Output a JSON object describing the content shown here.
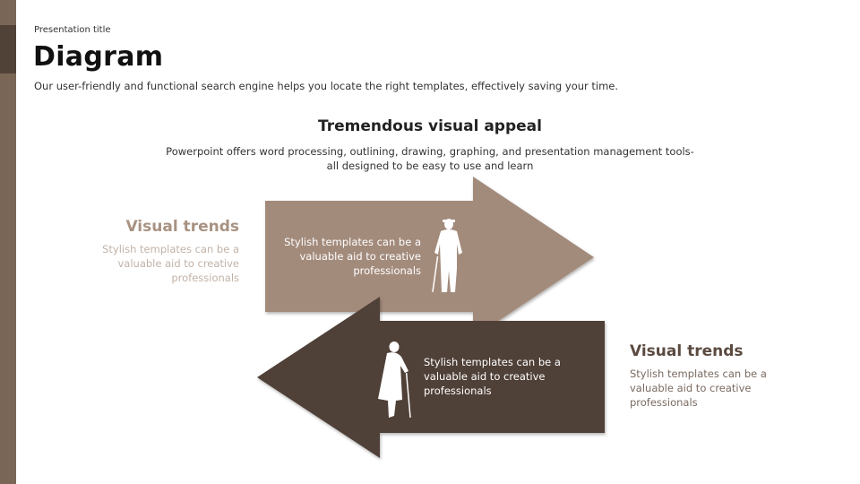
{
  "header": {
    "presentation_title": "Presentation title",
    "title": "Diagram",
    "subtitle": "Our user-friendly and functional search engine helps you locate the right templates, effectively saving your time."
  },
  "center": {
    "heading": "Tremendous visual appeal",
    "description": "Powerpoint offers word processing, outlining, drawing, graphing, and presentation management tools- all designed to be easy to use and learn"
  },
  "arrows": [
    {
      "text": "Stylish templates can be a valuable aid to creative professionals",
      "color": "#a38b7b",
      "icon": "elderly-man-icon"
    },
    {
      "text": "Stylish templates can be a valuable aid to creative professionals",
      "color": "#4f4037",
      "icon": "elderly-woman-icon"
    }
  ],
  "left_block": {
    "heading": "Visual trends",
    "description": "Stylish templates can be a valuable aid to creative professionals"
  },
  "right_block": {
    "heading": "Visual trends",
    "description": "Stylish templates can be a valuable aid to creative professionals"
  }
}
